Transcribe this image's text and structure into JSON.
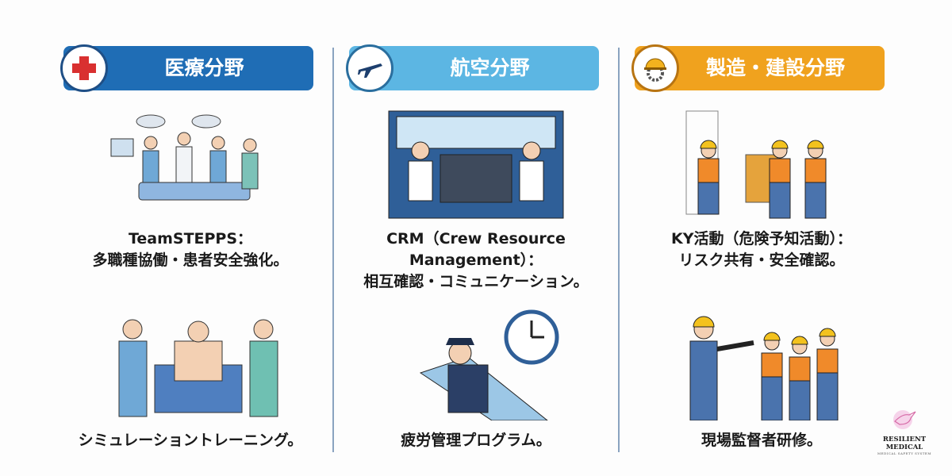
{
  "columns": [
    {
      "title": "医療分野",
      "color": "#1f6db5",
      "icon": "medical-cross-icon",
      "caption1": [
        "TeamSTEPPS：",
        "多職種協働・患者安全強化。"
      ],
      "caption2": [
        "シミュレーショントレーニング。"
      ]
    },
    {
      "title": "航空分野",
      "color": "#5cb6e3",
      "icon": "airplane-icon",
      "caption1": [
        "CRM（Crew Resource",
        "Management）：",
        "相互確認・コミュニケーション。"
      ],
      "caption2": [
        "疲労管理プログラム。"
      ]
    },
    {
      "title": "製造・建設分野",
      "color": "#f0a21e",
      "icon": "hardhat-gear-icon",
      "caption1": [
        "KY活動（危険予知活動）：",
        "リスク共有・安全確認。"
      ],
      "caption2": [
        "現場監督者研修。"
      ]
    }
  ],
  "logo": {
    "name": "RESILIENT MEDICAL",
    "tagline": "MEDICAL SAFETY SYSTEM"
  }
}
